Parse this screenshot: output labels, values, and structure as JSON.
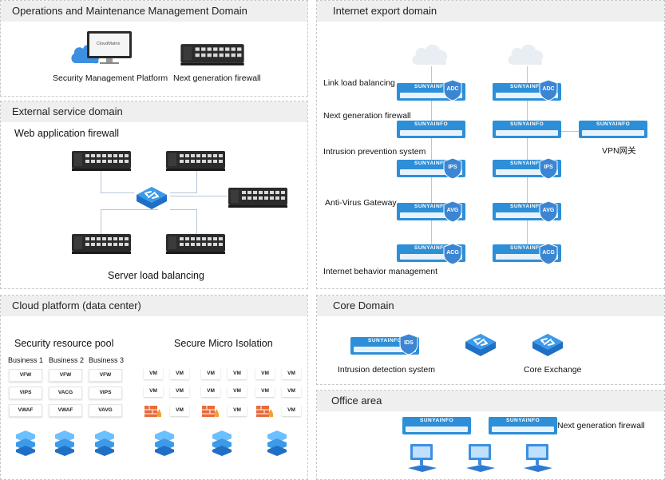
{
  "domains": {
    "ops": {
      "title": "Operations and Maintenance Management Domain",
      "labels": [
        "Security Management Platform",
        "Next generation firewall"
      ],
      "monitor_brand": "CloudMatrix"
    },
    "external": {
      "title": "External service domain",
      "waf_label": "Web application firewall",
      "slb_label": "Server load balancing"
    },
    "cloud": {
      "title": "Cloud platform (data center)",
      "pool_title": "Security resource pool",
      "micro_title": "Secure Micro Isolation",
      "business": [
        "Business 1",
        "Business 2",
        "Business 3"
      ],
      "pool_cols": [
        [
          "VFW",
          "VIPS",
          "VWAF"
        ],
        [
          "VFW",
          "VACG",
          "VWAF"
        ],
        [
          "VFW",
          "VIPS",
          "VAVG"
        ]
      ],
      "vm_label": "VM"
    },
    "internet": {
      "title": "Internet export domain",
      "rows": [
        "Link load balancing",
        "Next generation firewall",
        "Intrusion prevention system",
        "Anti-Virus Gateway",
        "Internet behavior management"
      ],
      "badges": [
        "ADC",
        "IPS",
        "AVG",
        "ACG"
      ],
      "vpn_label": "VPN网关"
    },
    "core": {
      "title": "Core Domain",
      "ids_badge": "IDS",
      "labels": [
        "Intrusion detection system",
        "Core Exchange"
      ]
    },
    "office": {
      "title": "Office area",
      "fw_label": "Next generation firewall"
    }
  },
  "brand": "SUNYAINFO",
  "colors": {
    "device_blue": "#2d8fd8",
    "shield_blue": "#3a86d4",
    "title_bg": "#efefef"
  }
}
